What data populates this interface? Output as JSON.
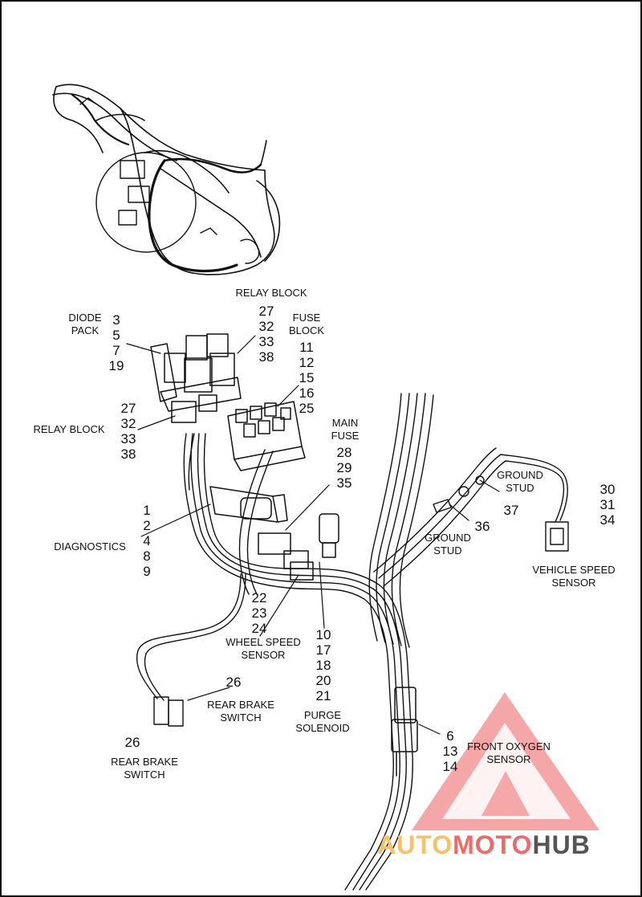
{
  "labels": {
    "relay_block_top": "RELAY BLOCK",
    "relay_block_top_nums": [
      "27",
      "32",
      "33",
      "38"
    ],
    "diode_pack": "DIODE\nPACK",
    "diode_pack_nums": [
      "3",
      "5",
      "7",
      "19"
    ],
    "fuse_block": "FUSE\nBLOCK",
    "fuse_block_nums": [
      "11",
      "12",
      "15",
      "16",
      "25"
    ],
    "relay_block_left": "RELAY BLOCK",
    "relay_block_left_nums": [
      "27",
      "32",
      "33",
      "38"
    ],
    "main_fuse": "MAIN\nFUSE",
    "main_fuse_nums": [
      "28",
      "29",
      "35"
    ],
    "diagnostics": "DIAGNOSTICS",
    "diagnostics_nums": [
      "1",
      "2",
      "4",
      "8",
      "9"
    ],
    "ground_stud_1": "GROUND\nSTUD",
    "ground_stud_1_num": "37",
    "ground_stud_2": "GROUND\nSTUD",
    "ground_stud_2_num": "36",
    "vehicle_speed_sensor": "VEHICLE SPEED\nSENSOR",
    "vehicle_speed_sensor_nums": [
      "30",
      "31",
      "34"
    ],
    "wheel_speed_sensor": "WHEEL SPEED\nSENSOR",
    "wheel_speed_sensor_nums": [
      "22",
      "23",
      "24"
    ],
    "purge_solenoid": "PURGE\nSOLENOID",
    "purge_solenoid_nums": [
      "10",
      "17",
      "18",
      "20",
      "21"
    ],
    "rear_brake_switch_1": "REAR BRAKE\nSWITCH",
    "rear_brake_switch_1_num": "26",
    "rear_brake_switch_2": "REAR BRAKE\nSWITCH",
    "rear_brake_switch_2_num": "26",
    "front_oxygen_sensor": "FRONT OXYGEN\nSENSOR",
    "front_oxygen_sensor_nums": [
      "6",
      "13",
      "14"
    ]
  },
  "watermark": {
    "part1": "AUTO",
    "part2": "MOTO",
    "part3": "HUB",
    "colors": {
      "orange": "#f5c26b",
      "red": "#ee6a6a",
      "grey": "#555555"
    }
  }
}
